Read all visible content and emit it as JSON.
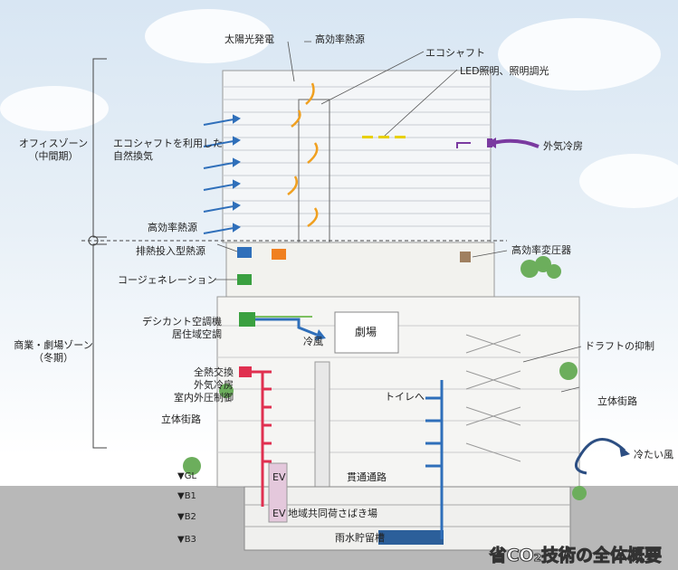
{
  "labels": {
    "solar": "太陽光発電",
    "heat_source_top": "高効率熱源",
    "eco_shaft": "エコシャフト",
    "led": "LED照明、照明調光",
    "office_zone": "オフィスゾーン\n（中間期）",
    "eco_vent": "エコシャフトを利用した\n自然換気",
    "outside_cooling_top": "外気冷房",
    "heat_source_mid": "高効率熱源",
    "exhaust_heat": "排熱投入型熱源",
    "transformer": "高効率変圧器",
    "cogeneration": "コージェネレーション",
    "desiccant": "デシカント空調機\n居住域空調",
    "cold_air": "冷風",
    "theater": "劇場",
    "commercial_zone": "商業・劇場ゾーン\n（冬期）",
    "draft": "ドラフトの抑制",
    "heat_exchange": "全熱交換\n外気冷房\n室内外圧制御",
    "toilet": "トイレへ",
    "street_left": "立体街路",
    "street_right": "立体街路",
    "cold_wind": "冷たい風",
    "ev_top": "EV",
    "ev_bottom": "EV",
    "through_passage": "貫通通路",
    "loading": "地域共同荷さばき場",
    "rain_tank": "雨水貯留槽",
    "gl": "▼GL",
    "b1": "▼B1",
    "b2": "▼B2",
    "b3": "▼B3",
    "caption": "省CO₂技術の全体概要"
  },
  "colors": {
    "blue_arrow": "#2f6fba",
    "orange_arrow": "#f0a020",
    "purple_arrow": "#7a3aa0",
    "red_duct": "#e03050",
    "green_unit": "#3aa040",
    "orange_unit": "#f08020",
    "ground": "#b8b8b8"
  }
}
